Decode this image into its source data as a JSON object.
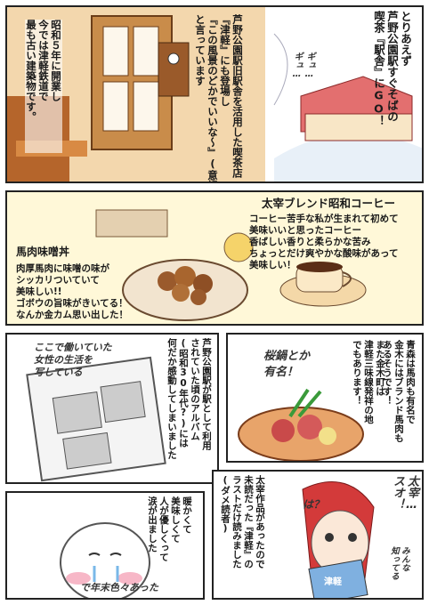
{
  "panel1": {
    "text_main": "芦野公園駅旧駅舎を活用した喫茶店\n『津軽』にも登場し\n『この風景のどかでいいな〜』(意訳)\nと言っています",
    "text_side": "昭和５年に開業し\n今では津軽鉄道で\n最も古い建築物です。",
    "text_right": "とりあえず\n芦野公園駅すぐそばの\n喫茶『駅舎』にGO！",
    "sfx": "ギュ…\nギュ…"
  },
  "panel2": {
    "coffee_title": "太宰ブレンド昭和コーヒー",
    "coffee_text": "コーヒー苦手な私が生まれて初めて\n美味いいと思ったコーヒー\n香ばしい香りと柔らかな苦み\nちょっとだけ爽やかな酸味があって\n美味しい！",
    "dish_title": "馬肉味噌丼",
    "dish_text": "肉厚馬肉に味噌の味が\nシッカリついていて\n美味しい!!\nゴボウの旨味がきいてる！\nなんか金カム思い出した！"
  },
  "panel3": {
    "hand_text": "ここで働いていた\n女性の生活を\n写している",
    "text": "芦野公園駅が駅として利用\nされていた頃のアルバム\n(昭和30年代?)には\n何だか感動してしまいました"
  },
  "panel4": {
    "bubble": "桜鍋とか\n有名！",
    "text_a": "青森は馬肉も有名で\n金木にはブランド馬肉も\nあるそうです！",
    "text_b": "また金木町は\n津軽三味線発祥の地\nでもあります！"
  },
  "panel5": {
    "text": "暖かくて\n美味しくて\n人が優しくって\n涙が出ました",
    "hand": "で年末色々あった"
  },
  "panel6": {
    "text": "太宰作品があったので\n未読だった『津軽』の\nラストだけ読みました\n(ダメ読者)",
    "shout": "太宰…\nスオ！",
    "sub": "みんな\n知ってる",
    "q": "は？",
    "book": "津軽"
  }
}
